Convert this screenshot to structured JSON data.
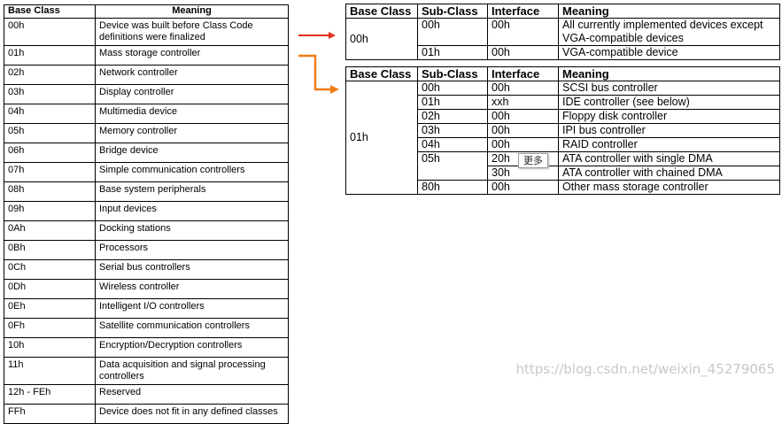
{
  "left_table": {
    "headers": [
      "Base Class",
      "Meaning"
    ],
    "rows": [
      {
        "code": "00h",
        "meaning": "Device was built before Class Code definitions were finalized"
      },
      {
        "code": "01h",
        "meaning": "Mass storage controller"
      },
      {
        "code": "02h",
        "meaning": "Network controller"
      },
      {
        "code": "03h",
        "meaning": "Display controller"
      },
      {
        "code": "04h",
        "meaning": "Multimedia device"
      },
      {
        "code": "05h",
        "meaning": "Memory controller"
      },
      {
        "code": "06h",
        "meaning": "Bridge device"
      },
      {
        "code": "07h",
        "meaning": "Simple communication controllers"
      },
      {
        "code": "08h",
        "meaning": "Base system peripherals"
      },
      {
        "code": "09h",
        "meaning": "Input devices"
      },
      {
        "code": "0Ah",
        "meaning": "Docking stations"
      },
      {
        "code": "0Bh",
        "meaning": "Processors"
      },
      {
        "code": "0Ch",
        "meaning": "Serial bus controllers"
      },
      {
        "code": "0Dh",
        "meaning": "Wireless controller"
      },
      {
        "code": "0Eh",
        "meaning": "Intelligent I/O controllers"
      },
      {
        "code": "0Fh",
        "meaning": "Satellite communication controllers"
      },
      {
        "code": "10h",
        "meaning": "Encryption/Decryption controllers"
      },
      {
        "code": "11h",
        "meaning": "Data acquisition and signal processing controllers"
      },
      {
        "code": "12h - FEh",
        "meaning": "Reserved"
      },
      {
        "code": "FFh",
        "meaning": "Device does not fit in any defined classes"
      }
    ]
  },
  "top_table": {
    "headers": [
      "Base Class",
      "Sub-Class",
      "Interface",
      "Meaning"
    ],
    "base_class": "00h",
    "rows": [
      {
        "sub": "00h",
        "iface": "00h",
        "meaning": "All currently implemented devices except VGA-compatible devices"
      },
      {
        "sub": "01h",
        "iface": "00h",
        "meaning": "VGA-compatible device"
      }
    ]
  },
  "bottom_table": {
    "headers": [
      "Base Class",
      "Sub-Class",
      "Interface",
      "Meaning"
    ],
    "base_class": "01h",
    "rows": [
      {
        "sub": "00h",
        "iface": "00h",
        "meaning": "SCSI bus controller"
      },
      {
        "sub": "01h",
        "iface": "xxh",
        "meaning": "IDE controller (see below)"
      },
      {
        "sub": "02h",
        "iface": "00h",
        "meaning": "Floppy disk controller"
      },
      {
        "sub": "03h",
        "iface": "00h",
        "meaning": "IPI bus controller"
      },
      {
        "sub": "04h",
        "iface": "00h",
        "meaning": "RAID controller"
      },
      {
        "sub": "05h",
        "iface": "20h",
        "meaning": "ATA controller with single DMA"
      },
      {
        "sub": "",
        "iface": "30h",
        "meaning": "ATA controller with chained DMA"
      },
      {
        "sub": "80h",
        "iface": "00h",
        "meaning": "Other mass storage controller"
      }
    ]
  },
  "tooltip": {
    "text": "更多"
  },
  "arrows": {
    "top_color": "#e0301e",
    "bottom_color": "#f07c14"
  },
  "watermark": "https://blog.csdn.net/weixin_45279065"
}
